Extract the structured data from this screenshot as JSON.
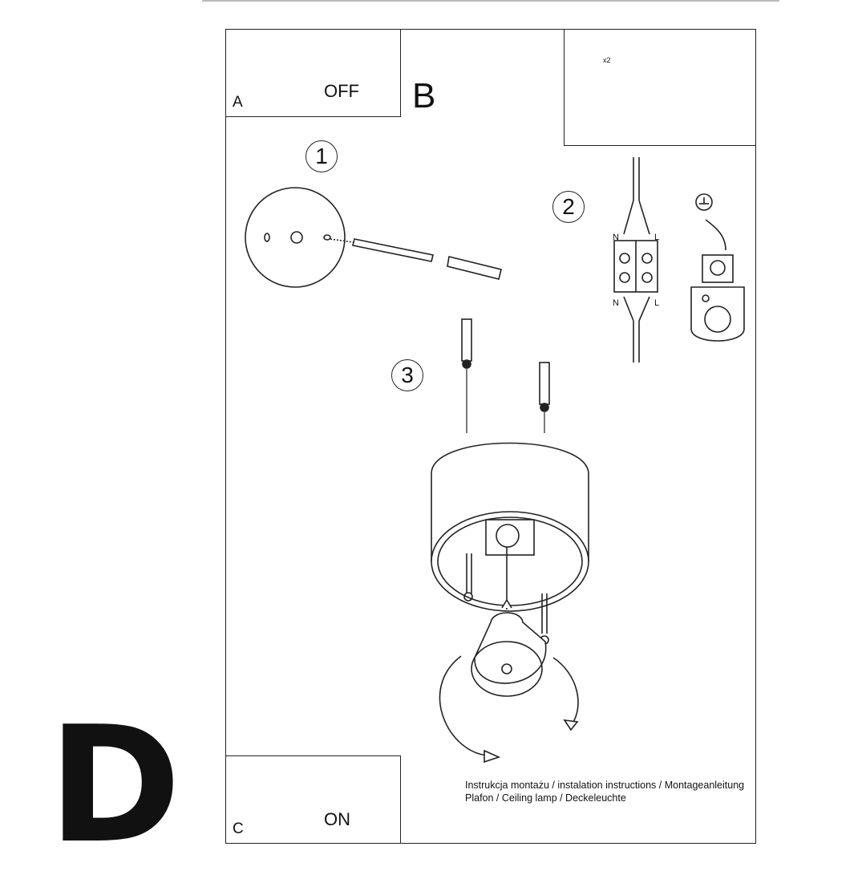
{
  "panels": {
    "a": {
      "label": "A",
      "switch_text": "OFF"
    },
    "b": {
      "label": "B"
    },
    "c": {
      "label": "C",
      "switch_text": "ON"
    }
  },
  "steps": [
    "1",
    "2",
    "3"
  ],
  "tools": {
    "quantity": "x2"
  },
  "wiring": {
    "neutral": "N",
    "live": "L"
  },
  "caption": {
    "line1": "Instrukcja montażu / instalation instructions / Montageanleitung",
    "line2": "Plafon / Ceiling lamp / Deckeleuchte"
  },
  "corner_letter": "D",
  "colors": {
    "line": "#222222",
    "background": "#ffffff"
  }
}
